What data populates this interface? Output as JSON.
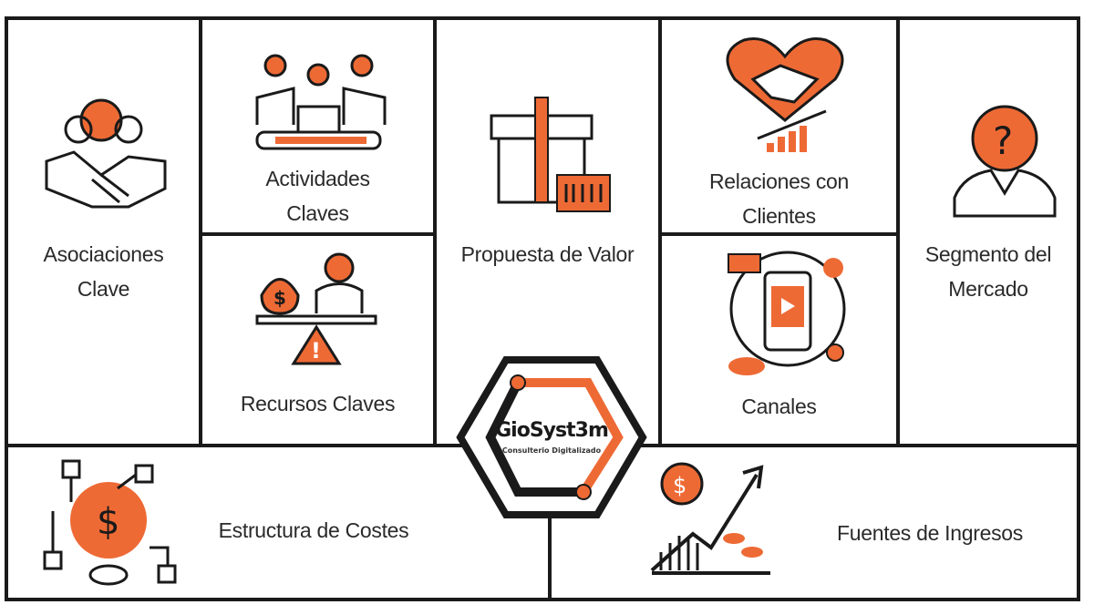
{
  "blocks": {
    "key_partners": "Asociaciones Clave",
    "key_activities": "Actividades Claves",
    "key_resources": "Recursos Claves",
    "value_proposition": "Propuesta de Valor",
    "customer_relationships": "Relaciones con Clientes",
    "channels": "Canales",
    "customer_segments": "Segmento del Mercado",
    "cost_structure": "Estructura de Costes",
    "revenue_streams": "Fuentes de Ingresos"
  },
  "logo": {
    "name": "GioSyst3m",
    "tagline": "Consulterio Digitalizado"
  },
  "colors": {
    "accent": "#ee6a35",
    "line": "#1a1a1a"
  }
}
